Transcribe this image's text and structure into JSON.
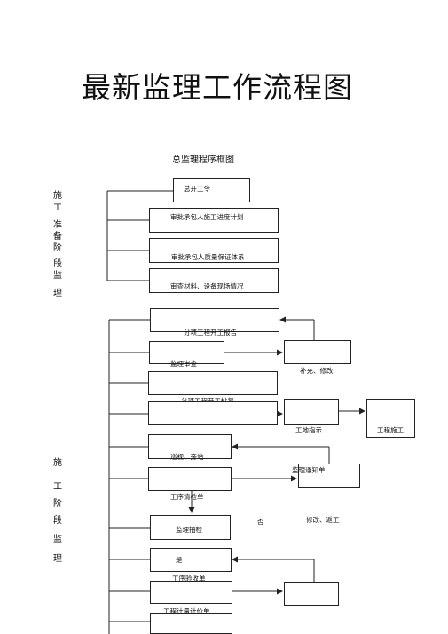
{
  "title": "最新监理工作流程图",
  "subtitle": "总监理程序框图",
  "side_labels": {
    "prep_chars": [
      "施",
      "工",
      "准",
      "备",
      "阶",
      "段",
      "监",
      "理"
    ],
    "construction_chars": [
      "施",
      "工",
      "阶",
      "段",
      "监",
      "理"
    ]
  },
  "prep_boxes": [
    "总开工令",
    "审批承包人施工进度计划",
    "审批承包人质量保证体系",
    "审查材料、设备现场情况"
  ],
  "flow_labels": {
    "sub_start": "分项工程开工报告",
    "supervisor_review": "监理审查",
    "supplement": "补充、修改",
    "sub_approval": "分项工程开工批复",
    "site_guidance": "工地指示",
    "contractor_work": "工程施工",
    "inspection": "巡视、旁站",
    "notice": "监理通知单",
    "process_check": "工序清检单",
    "sampling": "监理抽检",
    "no": "否",
    "rework": "修改、返工",
    "yes": "是",
    "process_accept": "工序验收单",
    "measure": "工程计量计价单"
  }
}
